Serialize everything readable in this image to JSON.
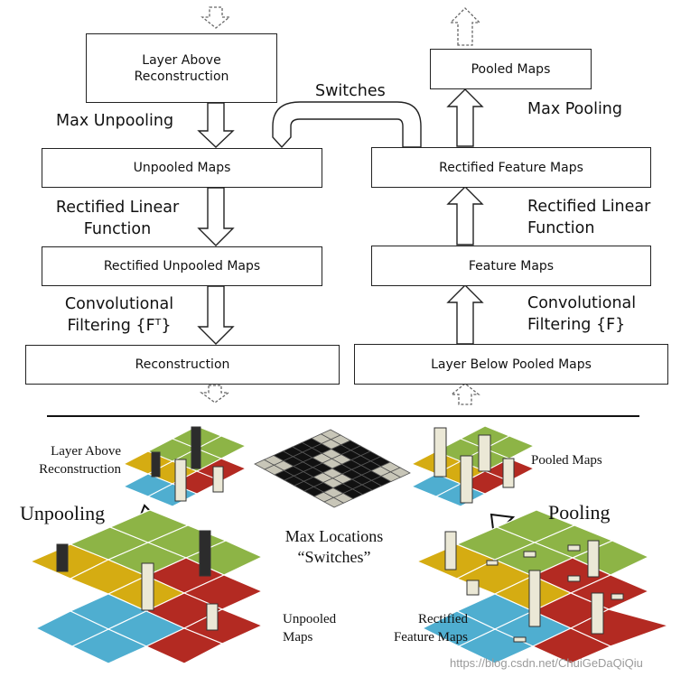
{
  "top": {
    "left_column": {
      "layer_above": "Layer Above\nReconstruction",
      "unpooled_maps": "Unpooled Maps",
      "rectified_unpooled_maps": "Rectified Unpooled Maps",
      "reconstruction": "Reconstruction",
      "op_max_unpooling": "Max Unpooling",
      "op_relu": "Rectified Linear\nFunction",
      "op_conv": "Convolutional\nFiltering {Fᵀ}"
    },
    "right_column": {
      "pooled_maps": "Pooled Maps",
      "rectified_feature_maps": "Rectified Feature Maps",
      "feature_maps": "Feature Maps",
      "layer_below": "Layer Below Pooled Maps",
      "op_max_pooling": "Max Pooling",
      "op_relu": "Rectified Linear\nFunction",
      "op_conv": "Convolutional\nFiltering {F}"
    },
    "switches_label": "Switches"
  },
  "bottom": {
    "layer_above_label": "Layer Above\nReconstruction",
    "unpooling_label": "Unpooling",
    "unpooled_maps_label": "Unpooled\nMaps",
    "max_locations_label": "Max Locations\n“Switches”",
    "pooled_maps_label": "Pooled Maps",
    "pooling_label": "Pooling",
    "rectified_feature_maps_label": "Rectified\nFeature Maps"
  },
  "colors": {
    "green": "#8db446",
    "yellow": "#d5ac12",
    "blue": "#4faed0",
    "red": "#b32a22",
    "black": "#111111",
    "gray": "#c8c6b8"
  },
  "watermark": "https://blog.csdn.net/ChuiGeDaQiQiu"
}
